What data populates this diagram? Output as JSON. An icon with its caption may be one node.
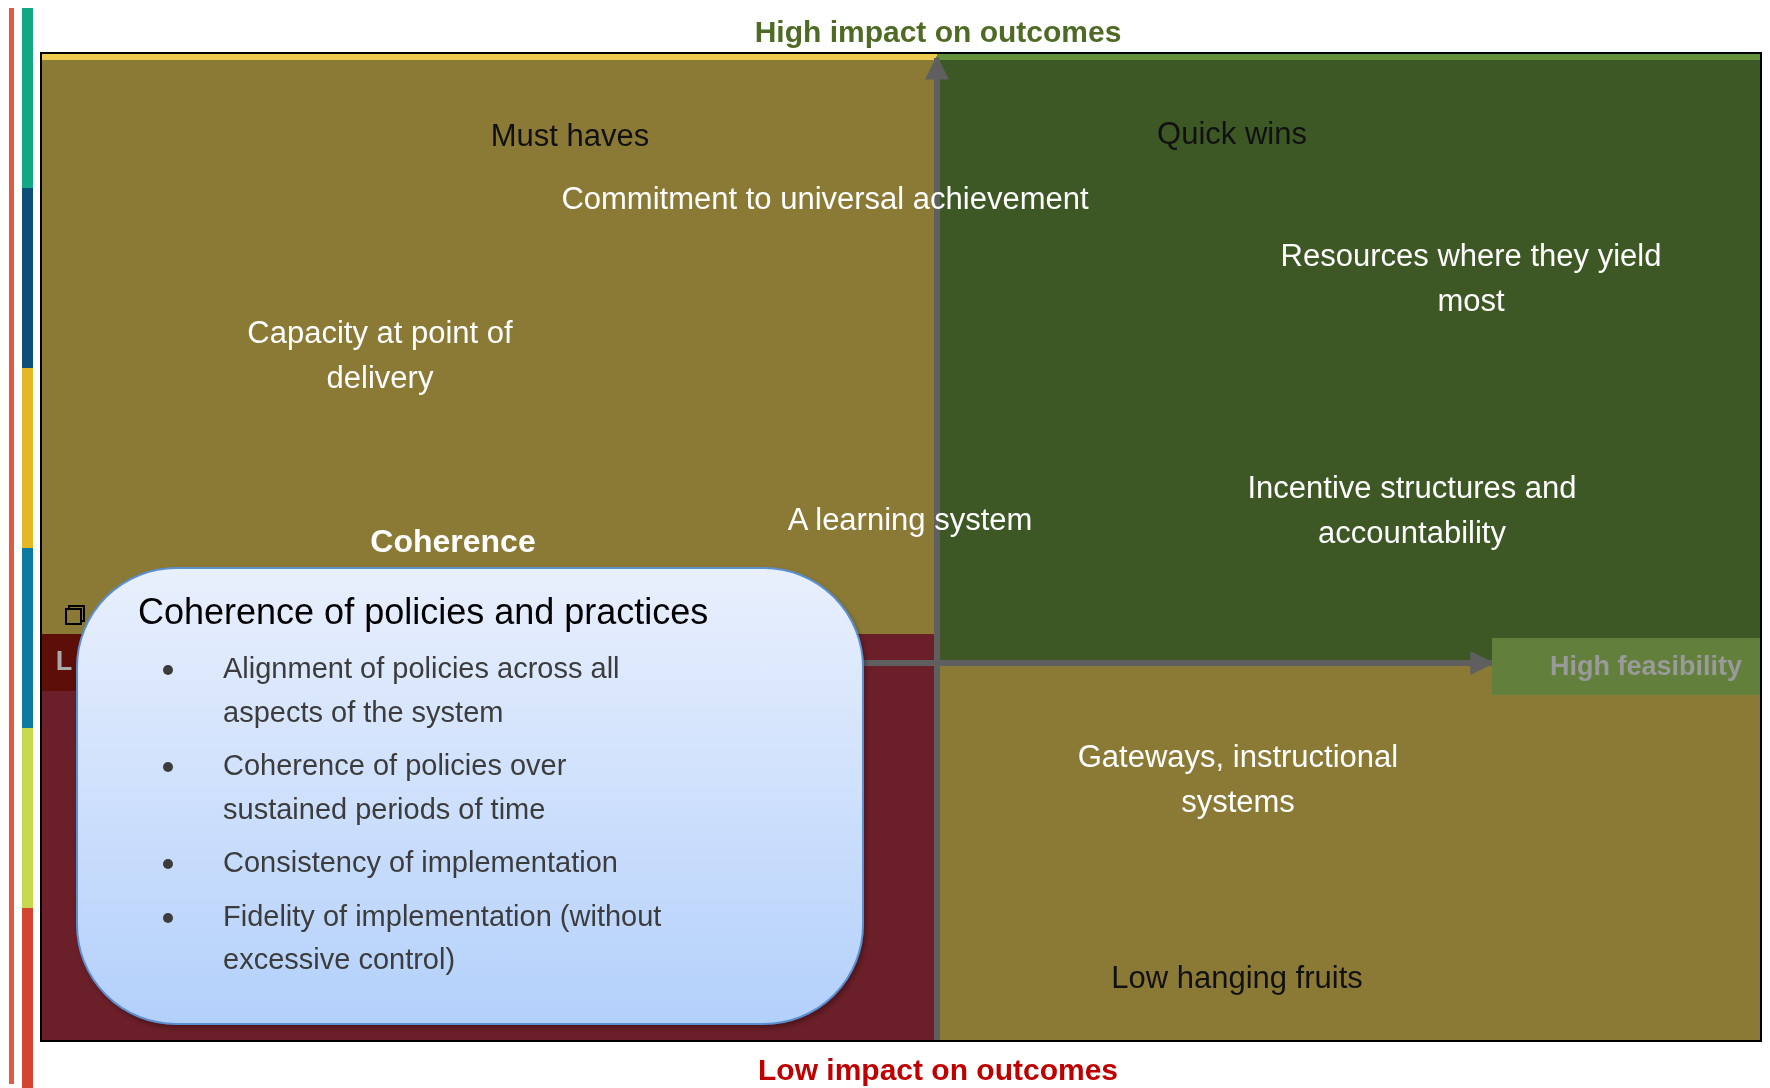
{
  "diagram": {
    "nodes": [
      {
        "text": [
          "Must haves",
          "Capacity at point of delivery",
          "Coherence"
        ]
      },
      {
        "text": [
          "Quick wins",
          "Resources where they yield most",
          "Incentive structures and accountability"
        ]
      },
      {
        "text": [],
        "shape": "box"
      },
      {
        "text": [
          "L"
        ],
        "in": 2
      },
      {
        "text": [
          "Gateways, instructional systems",
          "Low hanging fruits"
        ]
      },
      {
        "text": [
          "High feasibility"
        ]
      },
      {
        "text": [
          "Coherence of policies and practices",
          "Alignment of policies across all aspects of the system",
          "Coherence of policies over sustained periods of time",
          "Consistency of implementation",
          "Fidelity of implementation (without excessive control)"
        ]
      }
    ],
    "edges": [
      {
        "from": 6,
        "to": 5,
        "arrow": "to"
      },
      {
        "from": 4,
        "to": 1,
        "arrow": "to"
      }
    ],
    "labels": [
      "High impact on outcomes",
      "Commitment to universal achievement",
      "A learning system",
      "Low impact on outcomes"
    ]
  }
}
